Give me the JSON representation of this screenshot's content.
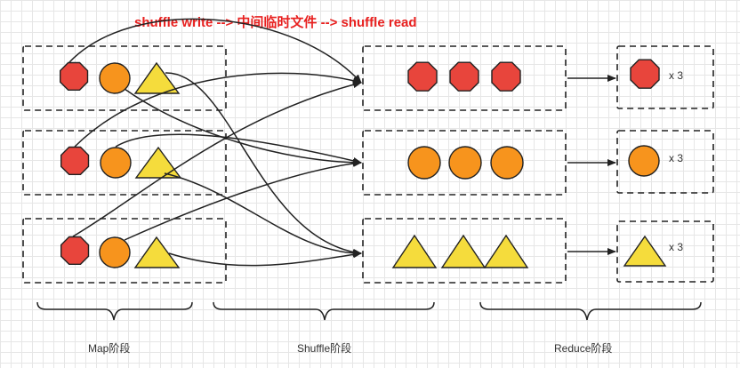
{
  "title": "shuffle write --> 中间临时文件 --> shuffle read",
  "stages": {
    "map": "Map阶段",
    "shuffle": "Shuffle阶段",
    "reduce": "Reduce阶段"
  },
  "reduce_counts": [
    "x 3",
    "x 3",
    "x 3"
  ],
  "colors": {
    "red": "#e8453c",
    "orange": "#f7941d",
    "yellow": "#f5dc3c",
    "title": "#e8201f"
  },
  "map_boxes": [
    {
      "shapes": [
        "octagon-icon",
        "circle-icon",
        "triangle-icon"
      ]
    },
    {
      "shapes": [
        "octagon-icon",
        "circle-icon",
        "triangle-icon"
      ]
    },
    {
      "shapes": [
        "octagon-icon",
        "circle-icon",
        "triangle-icon"
      ]
    }
  ],
  "shuffle_boxes": [
    {
      "shapes": [
        "octagon-icon",
        "octagon-icon",
        "octagon-icon"
      ]
    },
    {
      "shapes": [
        "circle-icon",
        "circle-icon",
        "circle-icon"
      ]
    },
    {
      "shapes": [
        "triangle-icon",
        "triangle-icon",
        "triangle-icon"
      ]
    }
  ],
  "reduce_boxes": [
    {
      "shapes": [
        "octagon-icon"
      ]
    },
    {
      "shapes": [
        "circle-icon"
      ]
    },
    {
      "shapes": [
        "triangle-icon"
      ]
    }
  ]
}
